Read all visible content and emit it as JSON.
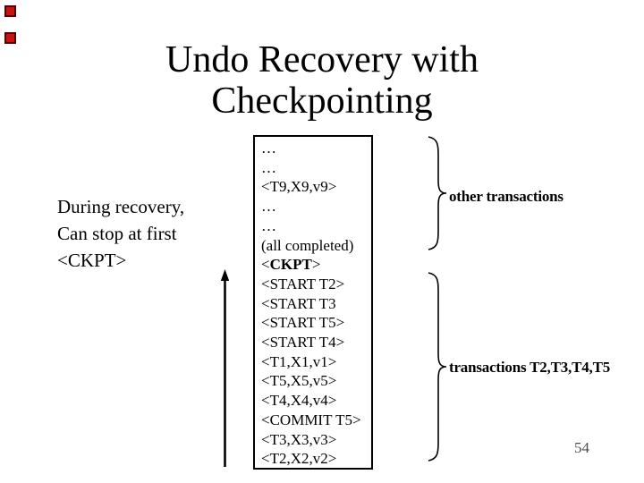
{
  "slide": {
    "title": "Undo Recovery with\nCheckpointing",
    "note": "During recovery,\nCan stop at first\n<CKPT>",
    "page_number": "54",
    "decor_color": "#cc1111"
  },
  "log_box": {
    "lines": [
      {
        "text": "…"
      },
      {
        "text": "…"
      },
      {
        "text": "<T9,X9,v9>"
      },
      {
        "text": "…"
      },
      {
        "text": "…"
      },
      {
        "text": "(all completed)"
      },
      {
        "pre": "<",
        "strong": "CKPT",
        "post": ">"
      },
      {
        "text": "<START T2>"
      },
      {
        "text": "<START T3"
      },
      {
        "text": "<START T5>"
      },
      {
        "text": "<START T4>"
      },
      {
        "text": "<T1,X1,v1>"
      },
      {
        "text": "<T5,X5,v5>"
      },
      {
        "text": "<T4,X4,v4>"
      },
      {
        "text": "<COMMIT T5>"
      },
      {
        "text": "<T3,X3,v3>"
      },
      {
        "text": "<T2,X2,v2>"
      }
    ]
  },
  "annotations": {
    "group1_label": "other transactions",
    "group2_label": "transactions T2,T3,T4,T5"
  }
}
